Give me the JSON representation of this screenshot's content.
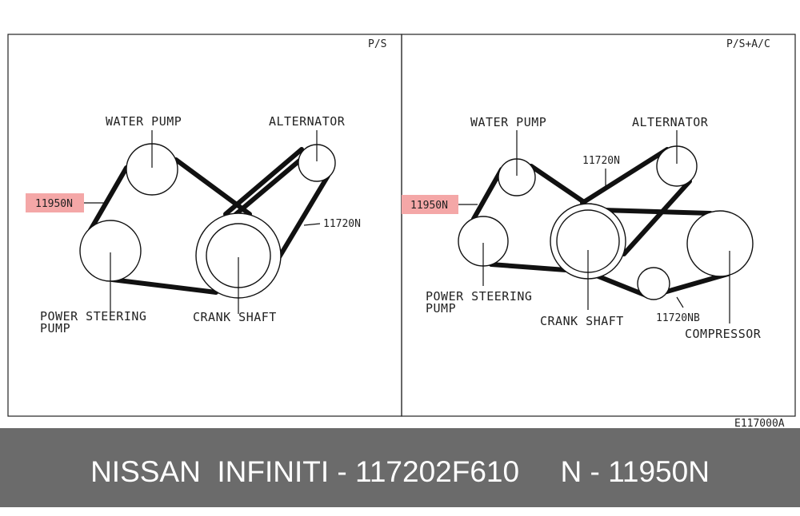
{
  "panels": {
    "left": {
      "tag": "P/S",
      "labels": {
        "water_pump": "WATER PUMP",
        "alternator": "ALTERNATOR",
        "part_highlight": "11950N",
        "belt_part": "11720N",
        "power_steering_line1": "POWER STEERING",
        "power_steering_line2": "PUMP",
        "crank_shaft": "CRANK SHAFT"
      }
    },
    "right": {
      "tag": "P/S+A/C",
      "labels": {
        "water_pump": "WATER PUMP",
        "alternator": "ALTERNATOR",
        "belt_part": "11720N",
        "part_highlight": "11950N",
        "power_steering_line1": "POWER STEERING",
        "power_steering_line2": "PUMP",
        "crank_shaft": "CRANK SHAFT",
        "belt_part_b": "11720NB",
        "compressor": "COMPRESSOR"
      }
    }
  },
  "figure_code": "E117000A",
  "footer": {
    "text": "NISSAN  INFINITI - 117202F610     N - 11950N"
  },
  "colors": {
    "highlight": "#f4a7a7",
    "footer_bg": "#6b6b6b",
    "footer_text": "#ffffff"
  }
}
